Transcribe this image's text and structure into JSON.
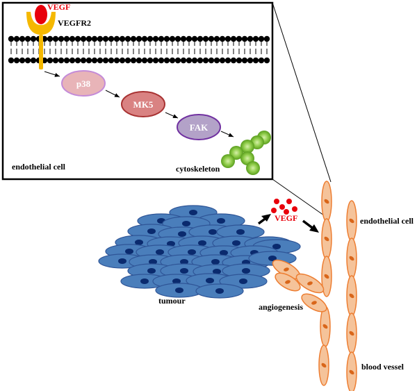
{
  "inset": {
    "ligand_label": "VEGF",
    "receptor_label": "VEGFR2",
    "cell_label": "endothelial cell",
    "nodes": {
      "p38": "p38",
      "mk5": "MK5",
      "fak": "FAK"
    },
    "cytoskeleton_label": "cytoskeleton"
  },
  "main": {
    "vegf_label": "VEGF",
    "tumour_label": "tumour",
    "angiogenesis_label": "angiogenesis",
    "endothelial_label": "endothelial cell",
    "vessel_label": "blood vessel"
  },
  "colors": {
    "vegf": "#e8000b",
    "receptor": "#f5b800",
    "p38_fill": "#e8b4b8",
    "p38_stroke": "#c48bd8",
    "mk5_fill": "#d98282",
    "mk5_stroke": "#a83232",
    "fak_fill": "#b3a2c8",
    "fak_stroke": "#7030a0",
    "cytoskeleton": "#7ac142",
    "tumour_cell": "#4a7ebb",
    "tumour_nucleus": "#0a2a6e",
    "endothelial_fill": "#f5c39a",
    "endothelial_stroke": "#ed7d31",
    "endothelial_nucleus": "#d9661a"
  }
}
